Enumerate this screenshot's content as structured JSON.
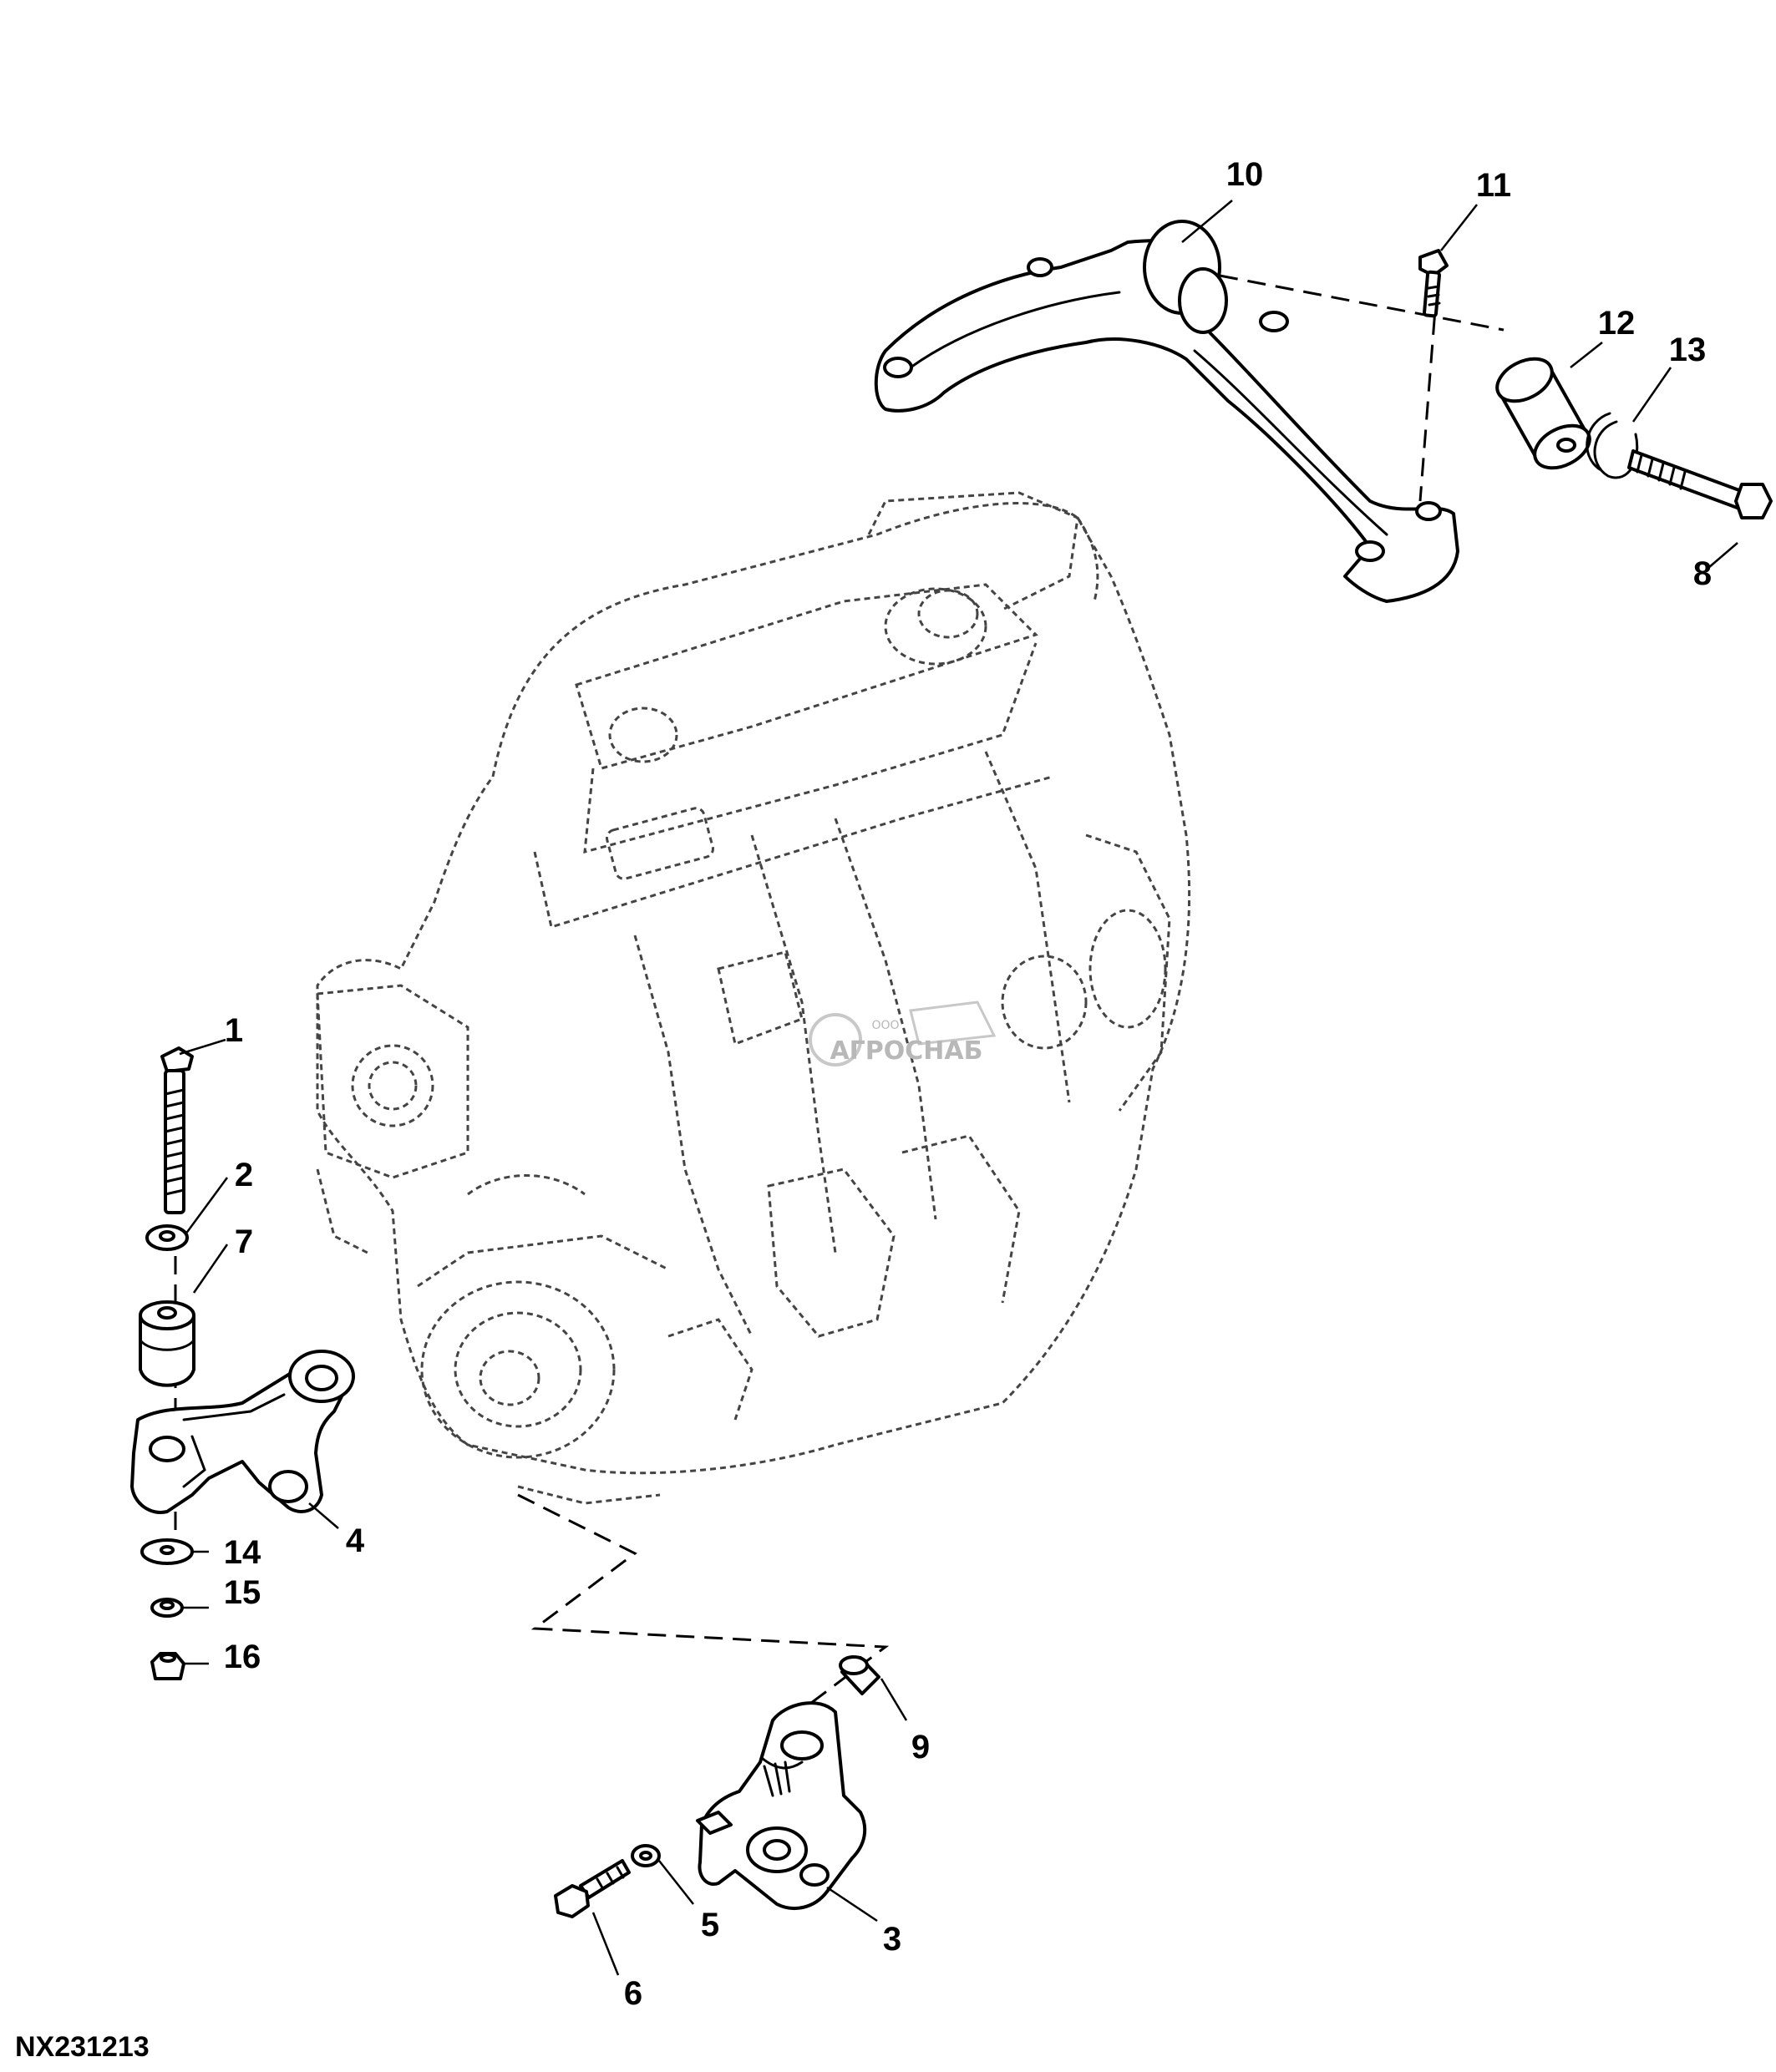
{
  "figure_id": "NX231213",
  "watermark": {
    "company_type": "ООО",
    "company_name": "АГРОСНАБ"
  },
  "callouts": [
    {
      "id": "1",
      "label": "1"
    },
    {
      "id": "2",
      "label": "2"
    },
    {
      "id": "3",
      "label": "3"
    },
    {
      "id": "4",
      "label": "4"
    },
    {
      "id": "5",
      "label": "5"
    },
    {
      "id": "6",
      "label": "6"
    },
    {
      "id": "7",
      "label": "7"
    },
    {
      "id": "8",
      "label": "8"
    },
    {
      "id": "9",
      "label": "9"
    },
    {
      "id": "10",
      "label": "10"
    },
    {
      "id": "11",
      "label": "11"
    },
    {
      "id": "12",
      "label": "12"
    },
    {
      "id": "13",
      "label": "13"
    },
    {
      "id": "14",
      "label": "14"
    },
    {
      "id": "15",
      "label": "15"
    },
    {
      "id": "16",
      "label": "16"
    }
  ]
}
